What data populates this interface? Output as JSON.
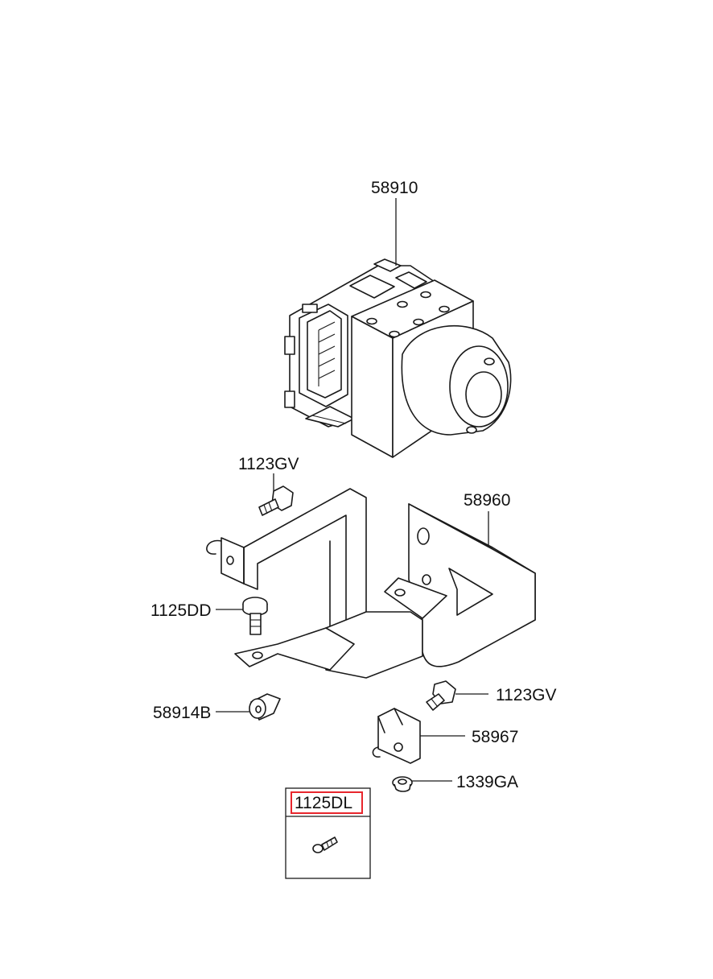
{
  "labels": {
    "hecu": "58910",
    "bolt_top": "1123GV",
    "bracket": "58960",
    "bolt_left": "1125DD",
    "bushing": "58914B",
    "bolt_right": "1123GV",
    "clip": "58967",
    "nut": "1339GA",
    "inset": "1125DL"
  },
  "colors": {
    "line": "#1a1a1a",
    "highlight": "#e8262d",
    "background": "#ffffff"
  }
}
